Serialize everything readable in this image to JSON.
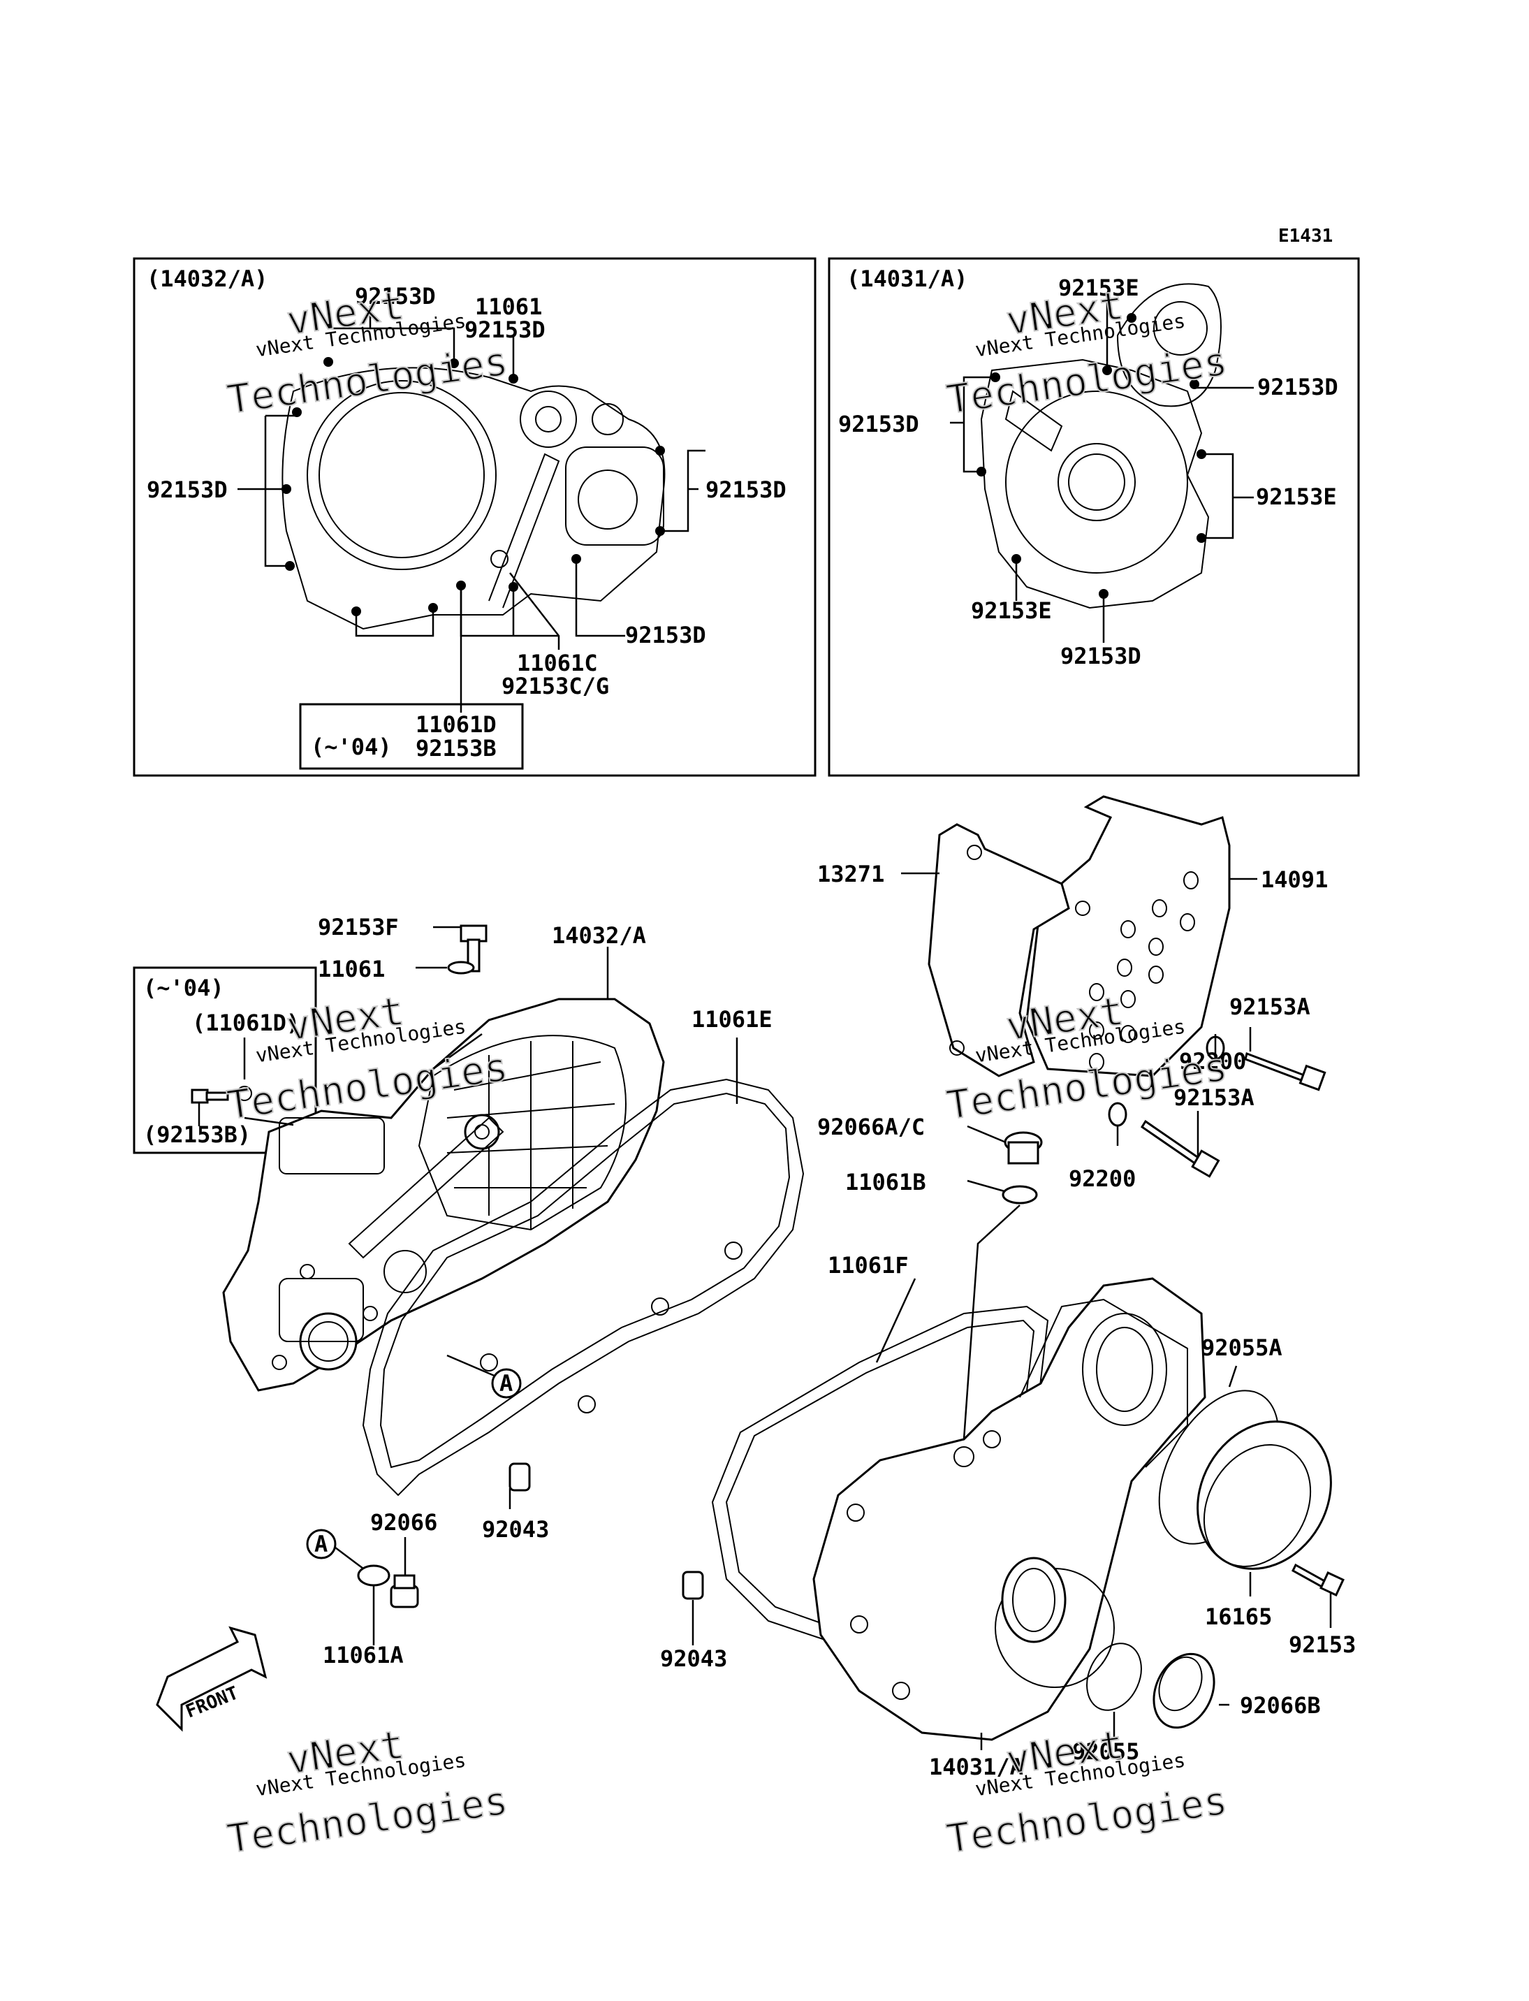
{
  "diagram_code": "E1431",
  "panels": {
    "left_inset": {
      "title": "(14032/A)",
      "labels": [
        "92153D",
        "11061",
        "92153D",
        "92153D",
        "92153D",
        "92153D",
        "11061C",
        "92153C/G"
      ],
      "subbox": {
        "note": "(~'04)",
        "part_a": "11061D",
        "part_b": "92153B"
      }
    },
    "right_inset": {
      "title": "(14031/A)",
      "labels": [
        "92153E",
        "92153D",
        "92153D",
        "92153E",
        "92153E",
        "92153D"
      ]
    }
  },
  "main": {
    "left_labels": [
      "92153F",
      "11061",
      "14032/A",
      "11061E",
      "11061F",
      "92043",
      "92066",
      "11061A",
      "92043"
    ],
    "variant_box": {
      "note": "(~'04)",
      "part_a": "(11061D)",
      "part_b": "(92153B)"
    },
    "right_labels": [
      "13271",
      "14091",
      "92153A",
      "92200",
      "92153A",
      "92200",
      "92066A/C",
      "11061B",
      "92055A",
      "16165",
      "92153",
      "92066B",
      "92055",
      "14031/A"
    ],
    "callout": "A",
    "front_arrow": "FRONT"
  },
  "watermark": {
    "line1": "vNext",
    "line2": "vNext Technologies",
    "line3": "Technologies"
  }
}
